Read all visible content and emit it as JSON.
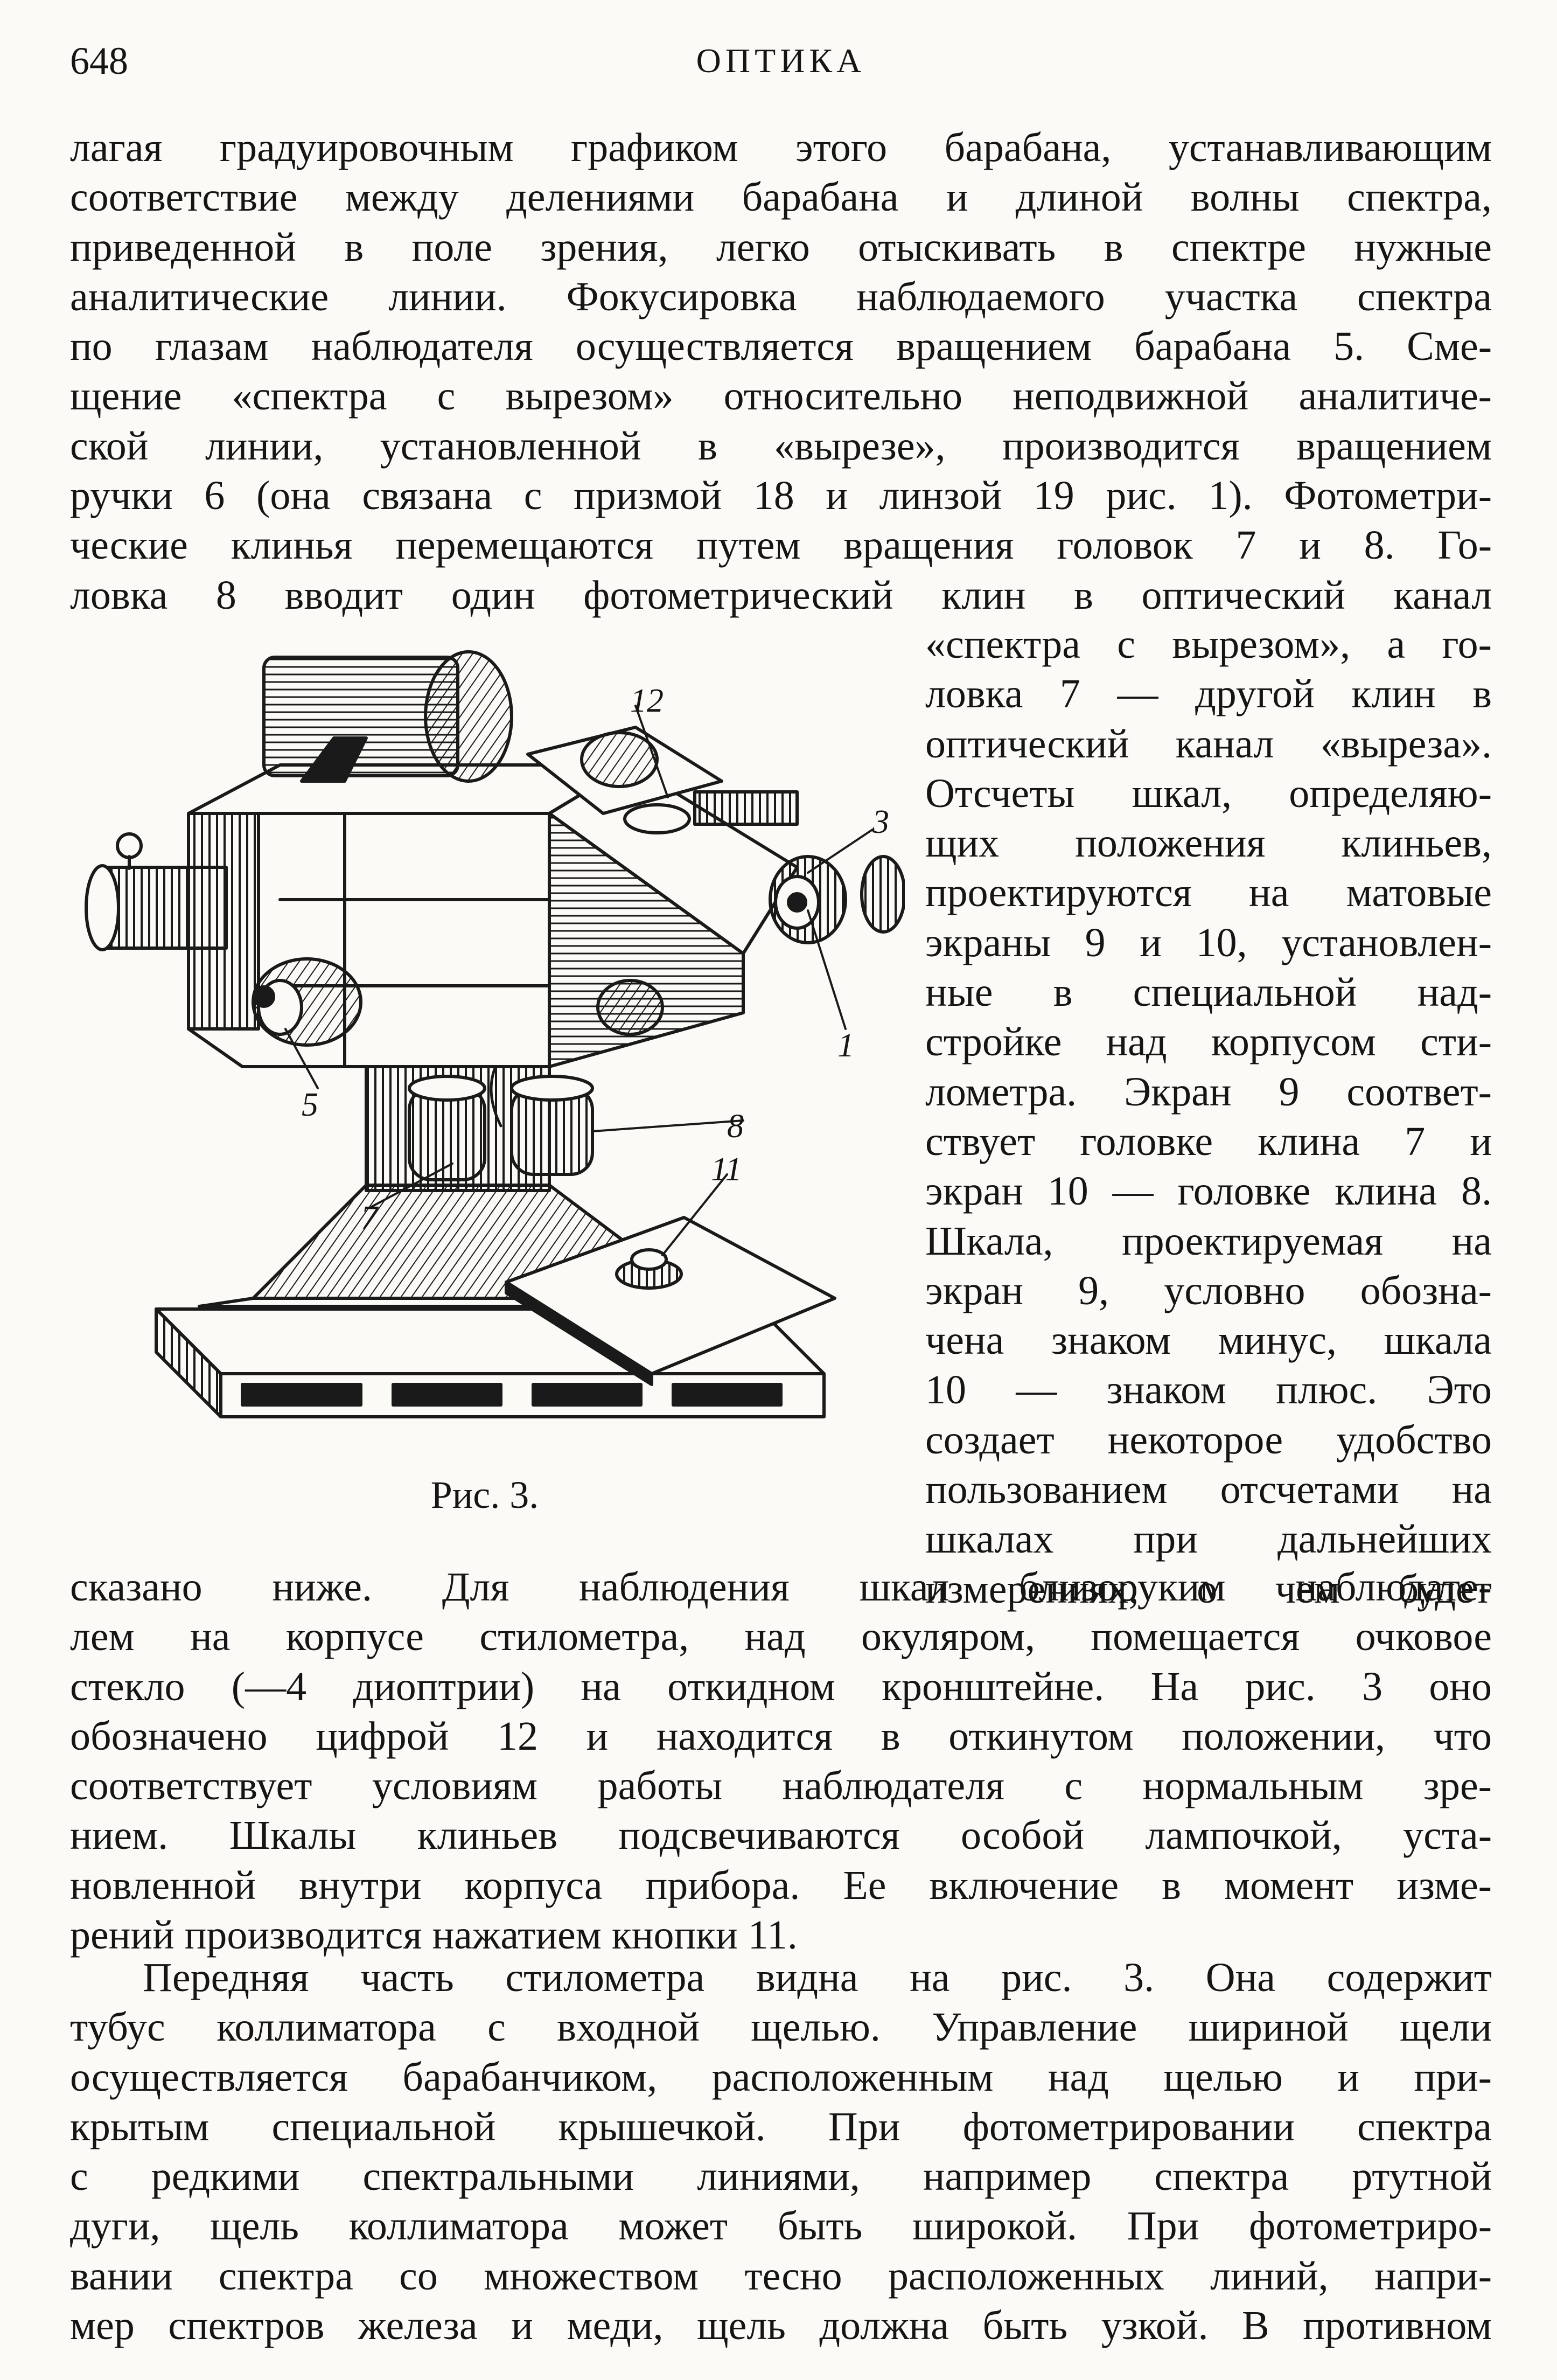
{
  "header": {
    "page_number": "648",
    "running_title": "ОПТИКА"
  },
  "body": {
    "para1_top": [
      "лагая градуировочным графиком этого барабана, устанавливающим",
      "соответствие между делениями барабана и длиной волны спектра,",
      "приведенной в поле зрения, легко отыскивать в спектре нужные",
      "аналитические линии. Фокусировка наблюдаемого участка спектра",
      "по глазам наблюдателя осуществляется вращением барабана 5. Сме-",
      "щение «спектра с вырезом» относительно неподвижной аналитиче-",
      "ской линии, установленной в «вырезе», производится вращением",
      "ручки 6 (она связана с призмой 18 и линзой 19 рис. 1). Фотометри-",
      "ческие клинья перемещаются путем вращения головок 7 и 8. Го-",
      "ловка 8 вводит один фотометрический клин в оптический канал"
    ],
    "para1_right": [
      "«спектра с вырезом», а го-",
      "ловка 7 — другой клин в",
      "оптический канал «выреза».",
      "Отсчеты шкал, определяю-",
      "щих положения клиньев,",
      "проектируются на матовые",
      "экраны 9 и 10, установлен-",
      "ные в специальной над-",
      "стройке над корпусом сти-",
      "лометра. Экран 9 соответ-",
      "ствует головке клина 7 и",
      "экран 10 — головке клина 8.",
      "Шкала, проектируемая на",
      "экран 9, условно обозна-",
      "чена знаком минус, шкала",
      "10 — знаком плюс. Это",
      "создает некоторое удобство",
      "пользованием отсчетами на",
      "шкалах при дальнейших",
      "измерениях, о чем будет"
    ],
    "para1_bottom": [
      "сказано ниже. Для наблюдения шкал близоруким наблюдате-",
      "лем на корпусе стилометра, над окуляром, помещается очковое",
      "стекло (—4 диоптрии) на откидном кронштейне. На рис. 3 оно",
      "обозначено цифрой 12 и находится в откинутом положении, что",
      "соответствует условиям работы наблюдателя с нормальным зре-",
      "нием. Шкалы клиньев подсвечиваются особой лампочкой, уста-",
      "новленной внутри корпуса прибора. Ее включение в момент изме-",
      "рений производится нажатием кнопки 11."
    ],
    "para2": [
      "Передняя часть стилометра видна на рис. 3. Она содержит",
      "тубус коллиматора с входной щелью. Управление шириной щели",
      "осуществляется барабанчиком, расположенным над щелью и при-",
      "крытым специальной крышечкой. При фотометрировании спектра",
      "с редкими спектральными линиями, например спектра ртутной",
      "дуги, щель коллиматора может быть широкой. При фотометриро-",
      "вании спектра со множеством тесно расположенных линий, напри-",
      "мер спектров железа и меди, щель должна быть узкой. В противном"
    ]
  },
  "figure": {
    "caption": "Рис. 3.",
    "callouts": [
      "12",
      "3",
      "1",
      "5",
      "8",
      "7",
      "11"
    ]
  }
}
